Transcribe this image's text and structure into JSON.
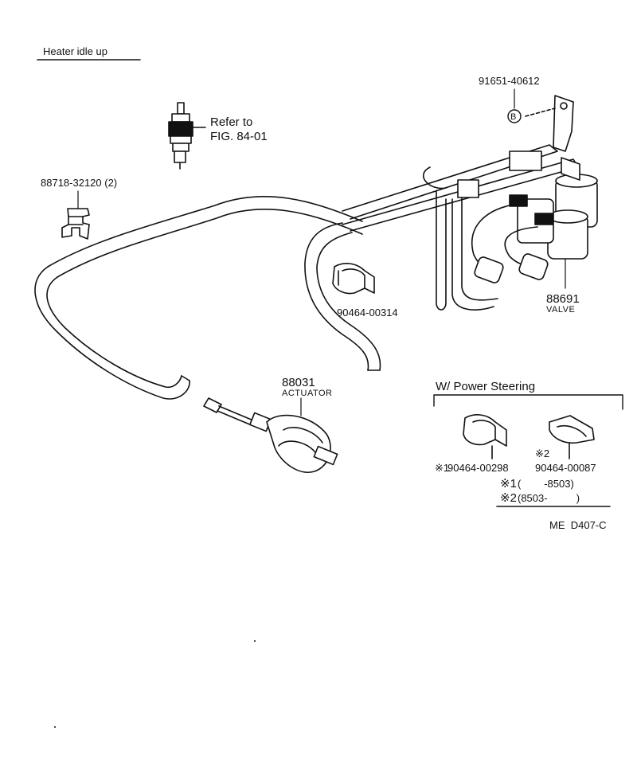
{
  "title": "Heater idle up",
  "sensor": {
    "ref_line1": "Refer to",
    "ref_line2": "FIG. 84-01"
  },
  "parts": {
    "clamp_88718": "88718-32120 (2)",
    "bolt_91651": "91651-40612",
    "bolt_marker": "B",
    "clamp_90464_00314": "90464-00314",
    "valve_number": "88691",
    "valve_name": "VALVE",
    "actuator_number": "88031",
    "actuator_name": "ACTUATOR"
  },
  "power_steering": {
    "title": "W/ Power Steering",
    "clamp1_mark": "※1",
    "clamp1_part": "90464-00298",
    "clamp2_mark": "※2",
    "clamp2_part": "90464-00087",
    "note1_mark": "※1",
    "note1_range": "(        -8503)",
    "note2_mark": "※2",
    "note2_range": "(8503-          )"
  },
  "figure_code": "ME  D407-C"
}
